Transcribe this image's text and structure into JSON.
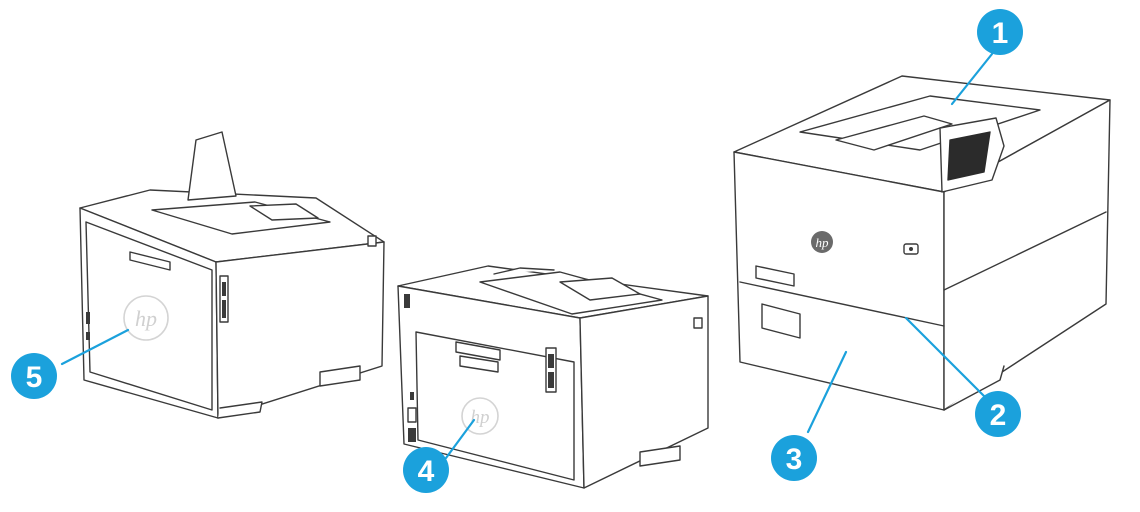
{
  "callouts": [
    {
      "id": 1,
      "label": "1"
    },
    {
      "id": 2,
      "label": "2"
    },
    {
      "id": 3,
      "label": "3"
    },
    {
      "id": 4,
      "label": "4"
    },
    {
      "id": 5,
      "label": "5"
    }
  ],
  "colors": {
    "callout_fill": "#1ba1dc",
    "leader_line": "#1ba1dc",
    "printer_outline": "#3a3a3a",
    "printer_fill": "#ffffff",
    "screen": "#2b2b2b"
  },
  "icons": [
    "hp-logo-icon",
    "power-button-icon",
    "touchscreen-panel-icon",
    "usb-port-icon",
    "ethernet-port-icon"
  ]
}
